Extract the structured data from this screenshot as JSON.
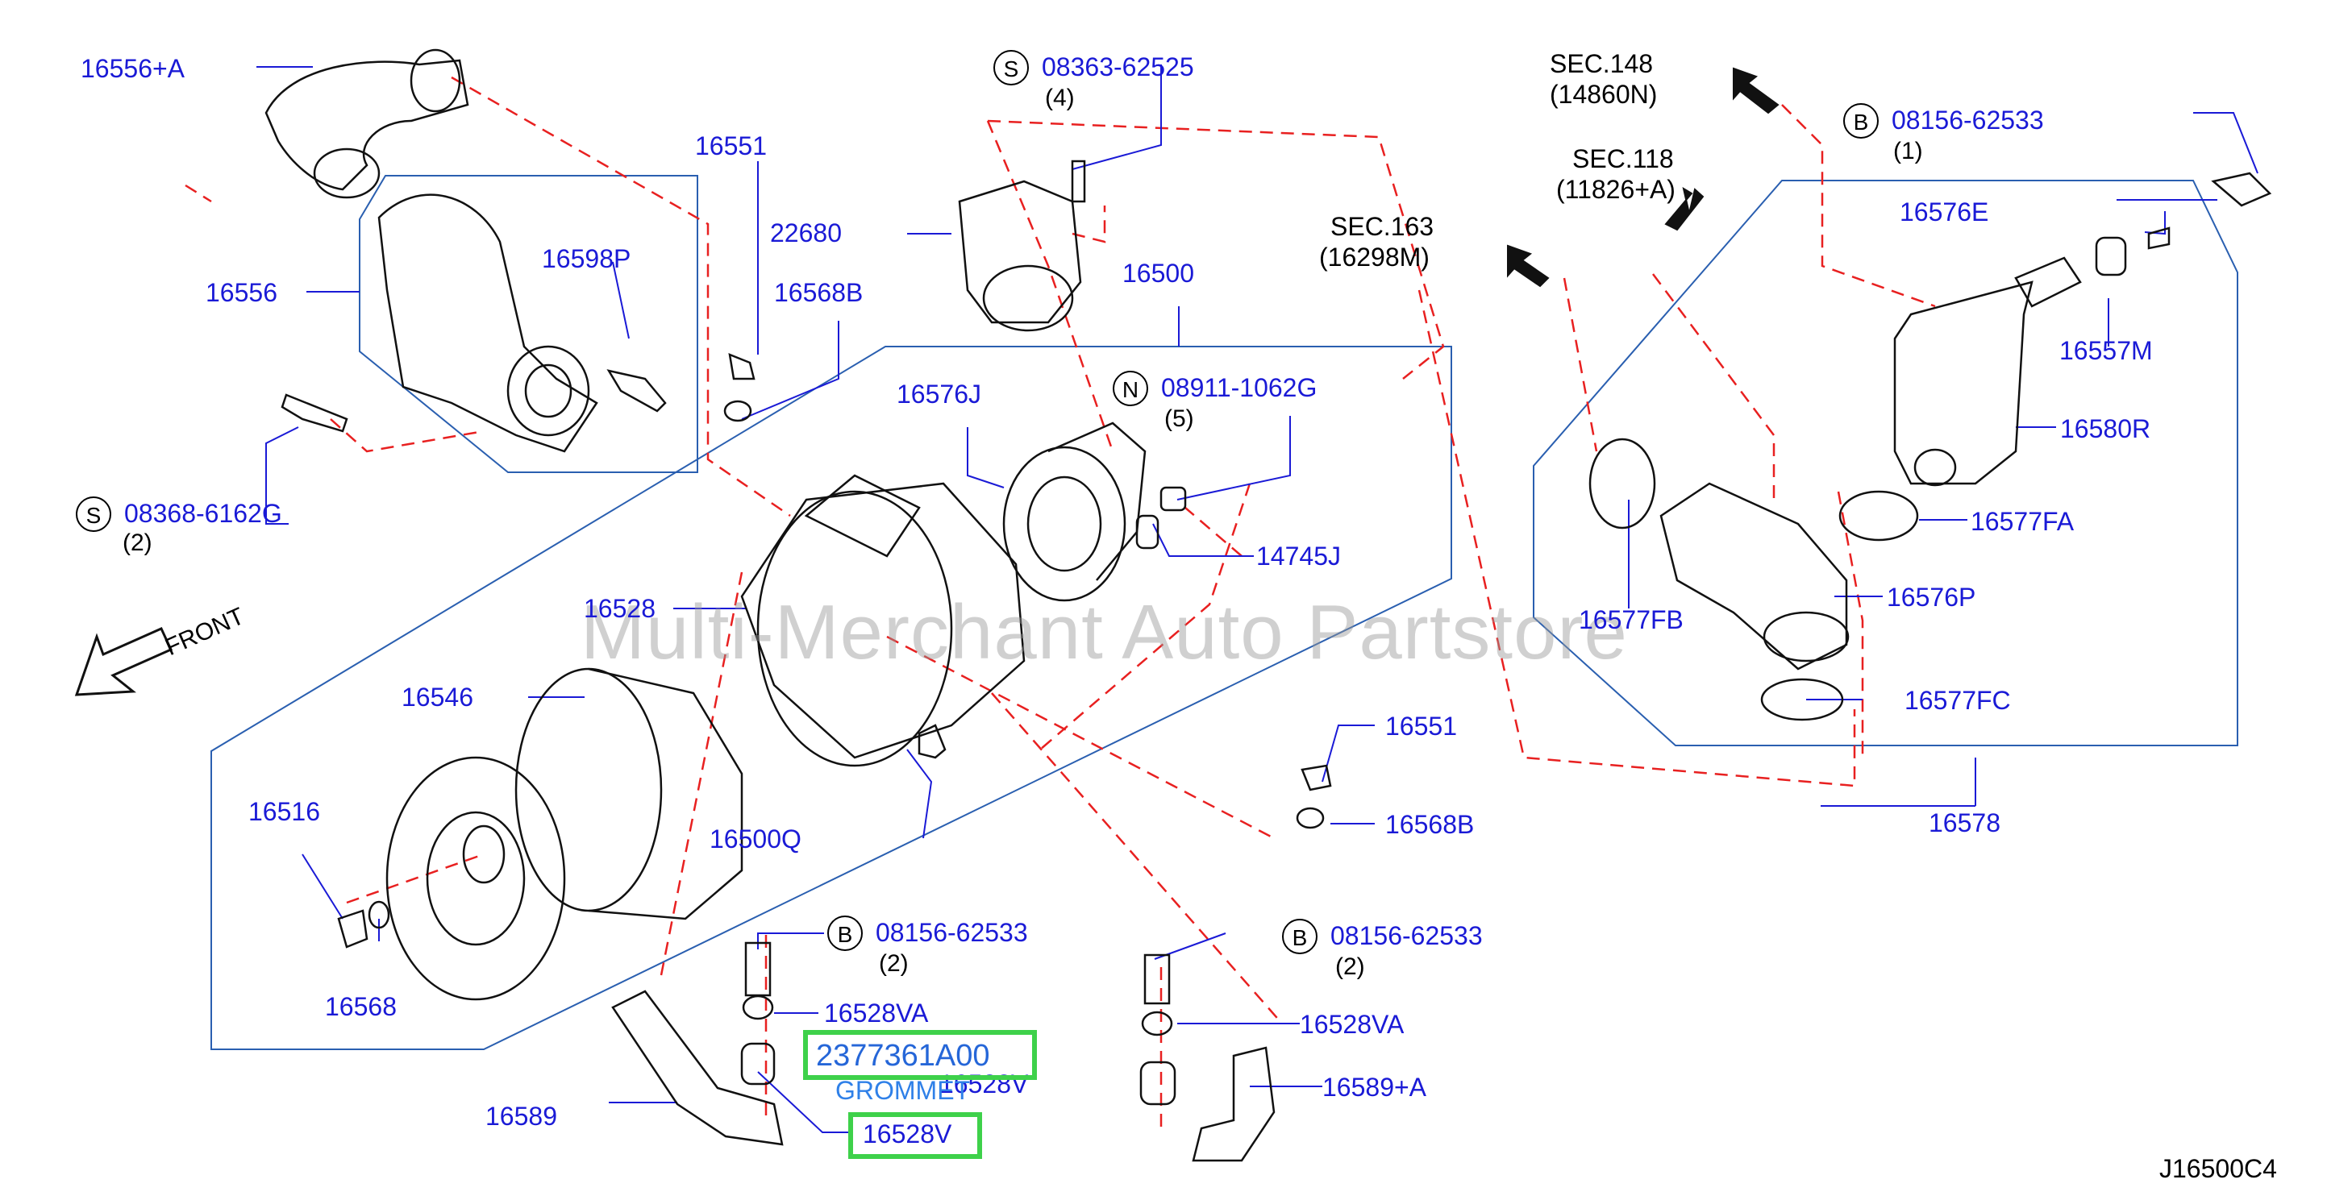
{
  "watermark": "Multi-Merchant Auto Partstore",
  "diagram_code": "J16500C4",
  "front_label": "FRONT",
  "sections": [
    {
      "id": "sec148",
      "line1": "SEC.148",
      "line2": "(14860N)"
    },
    {
      "id": "sec118",
      "line1": "SEC.118",
      "line2": "(11826+A)"
    },
    {
      "id": "sec163",
      "line1": "SEC.163",
      "line2": "(16298M)"
    }
  ],
  "parts": {
    "p16556A": "16556+A",
    "p16556": "16556",
    "p16598P": "16598P",
    "p16551a": "16551",
    "p16568Ba": "16568B",
    "p22680": "22680",
    "p16500": "16500",
    "p16576J": "16576J",
    "p14745J": "14745J",
    "p16528": "16528",
    "p16546": "16546",
    "p16516": "16516",
    "p16568": "16568",
    "p16500Q": "16500Q",
    "p16551b": "16551",
    "p16568Bb": "16568B",
    "p16589": "16589",
    "p16528VAa": "16528VA",
    "p16528Va": "16528V",
    "p16528VAb": "16528VA",
    "p16528Vb": "16528V",
    "p16589A": "16589+A",
    "p16576E": "16576E",
    "p16557M": "16557M",
    "p16580R": "16580R",
    "p16577FA": "16577FA",
    "p16576P": "16576P",
    "p16577FB": "16577FB",
    "p16577FC": "16577FC",
    "p16578": "16578"
  },
  "fasteners": [
    {
      "id": "f1",
      "letter": "S",
      "part": "08363-62525",
      "qty": "(4)"
    },
    {
      "id": "f2",
      "letter": "S",
      "part": "08368-6162G",
      "qty": "(2)"
    },
    {
      "id": "f3",
      "letter": "N",
      "part": "08911-1062G",
      "qty": "(5)"
    },
    {
      "id": "f4",
      "letter": "B",
      "part": "08156-62533",
      "qty": "(1)"
    },
    {
      "id": "f5",
      "letter": "B",
      "part": "08156-62533",
      "qty": "(2)"
    },
    {
      "id": "f6",
      "letter": "B",
      "part": "08156-62533",
      "qty": "(2)"
    }
  ],
  "highlight": {
    "part_number": "2377361A00",
    "name": "GROMMET",
    "ref": "16528V"
  },
  "colors": {
    "line_blue": "#1a1ad6",
    "dash_red": "#e82020",
    "box_blue": "#2a5fb0",
    "highlight_green": "#3ed14a"
  }
}
